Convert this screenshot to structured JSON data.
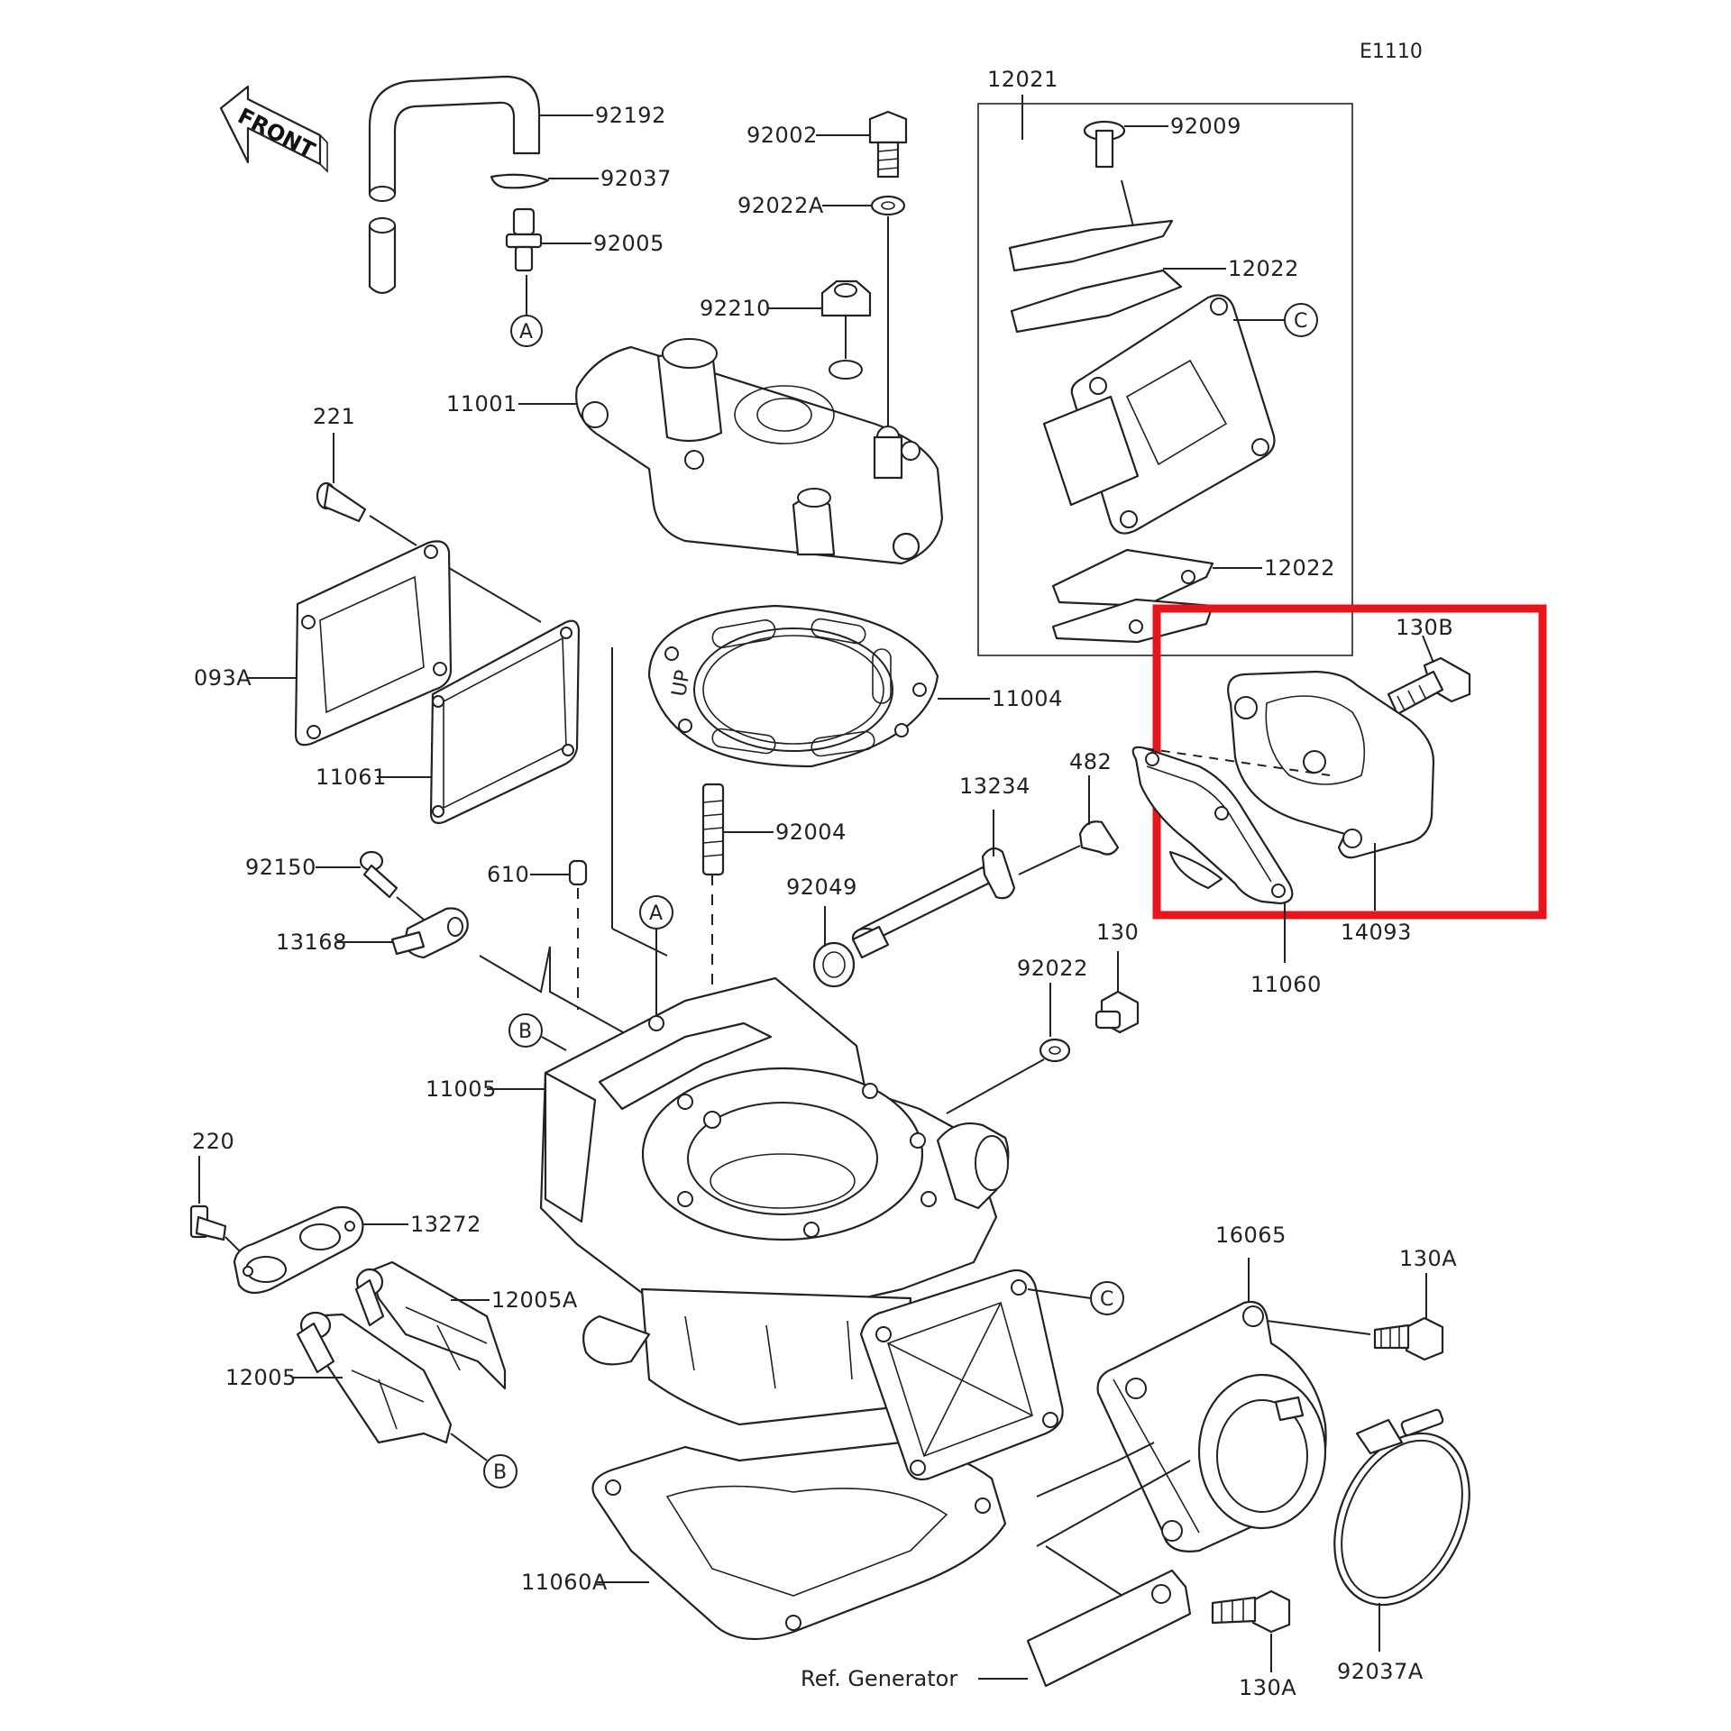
{
  "diagram_code": "E1110",
  "front_label": "FRONT",
  "highlight_color": "#e8141c",
  "parts": {
    "p92192": "92192",
    "p92037": "92037",
    "p92005": "92005",
    "p92002": "92002",
    "p92022A": "92022A",
    "p92210": "92210",
    "p12021": "12021",
    "p92009": "92009",
    "p12022a": "12022",
    "p12022b": "12022",
    "p11001": "11001",
    "p221": "221",
    "p093A": "093A",
    "p11061": "11061",
    "p11004": "11004",
    "p130B": "130B",
    "p482": "482",
    "p13234": "13234",
    "p92004": "92004",
    "p92150": "92150",
    "p610": "610",
    "p92049": "92049",
    "p13168": "13168",
    "p130": "130",
    "p92022": "92022",
    "p14093": "14093",
    "p11060": "11060",
    "p11005": "11005",
    "p220": "220",
    "p13272": "13272",
    "p12005A": "12005A",
    "p12005": "12005",
    "p16065": "16065",
    "p130A_top": "130A",
    "p11060A": "11060A",
    "p130A_bottom": "130A",
    "p92037A": "92037A"
  },
  "refs": {
    "A1": "A",
    "A2": "A",
    "B1": "B",
    "B2": "B",
    "C1": "C",
    "C2": "C",
    "generator": "Ref. Generator"
  }
}
